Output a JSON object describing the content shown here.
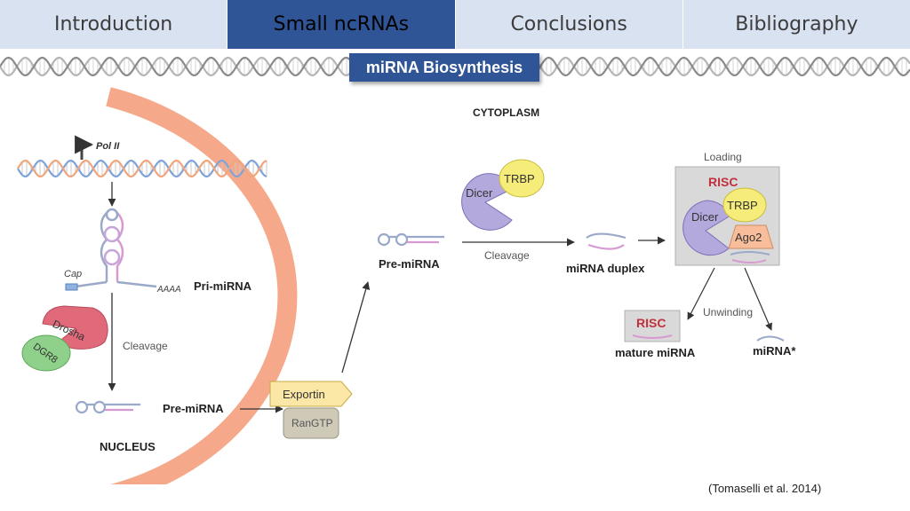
{
  "nav": {
    "tabs": [
      {
        "label": "Introduction",
        "active": false
      },
      {
        "label": "Small ncRNAs",
        "active": true
      },
      {
        "label": "Conclusions",
        "active": false
      },
      {
        "label": "Bibliography",
        "active": false
      }
    ]
  },
  "subtitle": "miRNA Biosynthesis",
  "diagram": {
    "cytoplasm": "CYTOPLASM",
    "nucleus": "NUCLEUS",
    "pol2": "Pol II",
    "cap": "Cap",
    "polya": "AAAA",
    "pri_mirna": "Pri-miRNA",
    "drosha": "Drosha",
    "dgr8": "DGR8",
    "cleavage_nucleus": "Cleavage",
    "pre_mirna_nucleus": "Pre-miRNA",
    "exportin": "Exportin",
    "rangtp": "RanGTP",
    "pre_mirna_cyto": "Pre-miRNA",
    "dicer": "Dicer",
    "trbp": "TRBP",
    "cleavage_cyto": "Cleavage",
    "mirna_duplex": "miRNA duplex",
    "loading": "Loading",
    "risc": "RISC",
    "dicer_risc": "Dicer",
    "trbp_risc": "TRBP",
    "ago2": "Ago2",
    "unwinding": "Unwinding",
    "risc_mature": "RISC",
    "mature_mirna": "mature miRNA",
    "mirna_star": "miRNA*"
  },
  "colors": {
    "nav_active": "#2f5597",
    "nav_inactive": "#d9e2f1",
    "membrane": "#f6a98a",
    "dicer": "#b4a9dd",
    "trbp": "#f5ec7a",
    "drosha": "#e06a7a",
    "dgr8": "#8fd08a",
    "exportin": "#fbe7a6",
    "rangtp": "#cfc9b8",
    "risc_label": "#c0313d",
    "risc_box": "#d9d9d9",
    "ago2": "#f8bd9a"
  },
  "citation": "(Tomaselli et al. 2014)"
}
